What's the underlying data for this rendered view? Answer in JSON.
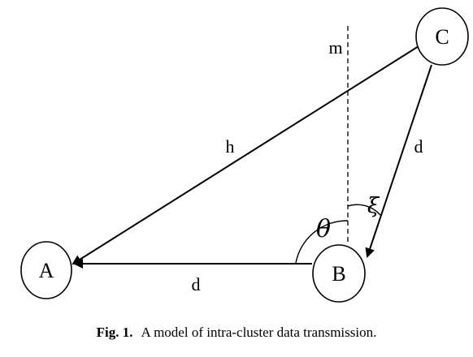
{
  "diagram": {
    "nodes": {
      "a": "A",
      "b": "B",
      "c": "C"
    },
    "edge_labels": {
      "h": "h",
      "d_bc": "d",
      "d_ba": "d"
    },
    "line_label": "m",
    "angles": {
      "theta": "θ",
      "xi": "ξ"
    }
  },
  "caption": {
    "label": "Fig. 1.",
    "text": "A model of intra-cluster data transmission."
  }
}
